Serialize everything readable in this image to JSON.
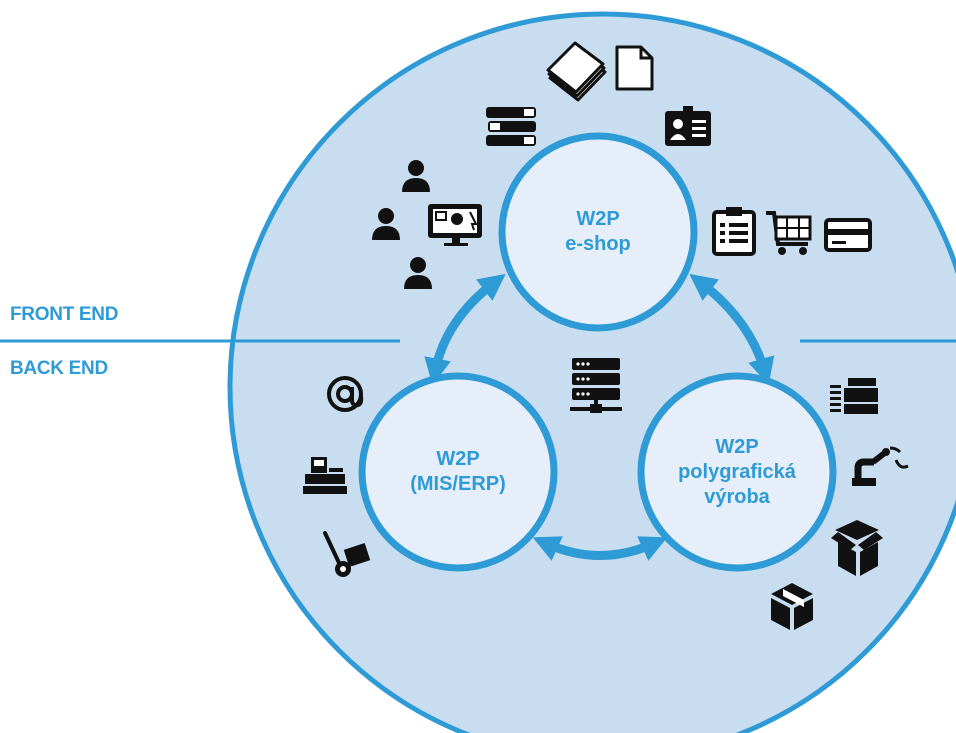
{
  "colors": {
    "accent": "#2f9bd6",
    "big_circle_fill": "#c9ddf0",
    "node_fill": "#e6eff9",
    "icon": "#111111",
    "white": "#ffffff"
  },
  "labels": {
    "front_end": "FRONT END",
    "back_end": "BACK END"
  },
  "nodes": {
    "eshop": {
      "line1": "W2P",
      "line2": "e-shop"
    },
    "mis": {
      "line1": "W2P",
      "line2": "(MIS/ERP)"
    },
    "production": {
      "line1": "W2P",
      "line2": "polygrafická",
      "line3": "výroba"
    }
  },
  "icons": [
    "paper-stack-icon",
    "document-icon",
    "books-icon",
    "id-badge-icon",
    "person-icon",
    "monitor-user-icon",
    "clipboard-icon",
    "shopping-cart-icon",
    "credit-card-icon",
    "at-sign-icon",
    "server-icon",
    "cash-register-icon",
    "hand-truck-icon",
    "printer-icon",
    "robot-arm-icon",
    "open-box-icon",
    "box-icon"
  ]
}
